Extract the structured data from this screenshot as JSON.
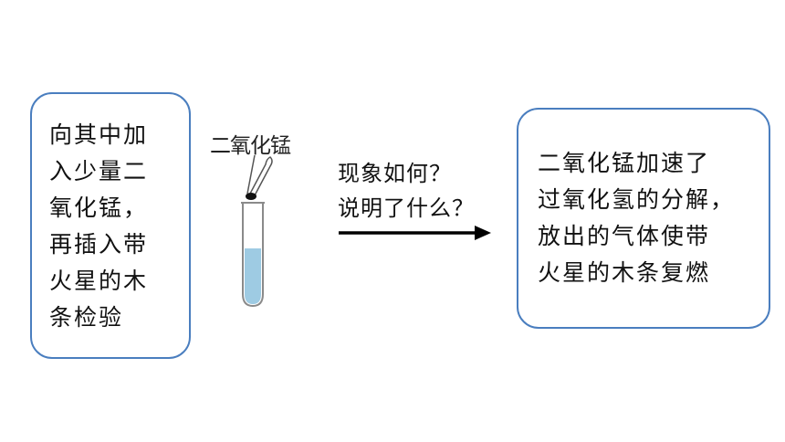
{
  "left_box": {
    "text": "向其中加\n入少量二\n氧化锰，\n再插入带\n火星的木\n条检验"
  },
  "tube_label": "二氧化锰",
  "question": "现象如何？\n说明了什么？",
  "right_box": {
    "text": "二氧化锰加速了\n过氧化氢的分解，\n放出的气体使带\n火星的木条复燃"
  },
  "colors": {
    "box_border": "#4a7ebf",
    "liquid": "#9ecbe3",
    "tube_outline": "#8a8a8a",
    "arrow": "#000000"
  }
}
